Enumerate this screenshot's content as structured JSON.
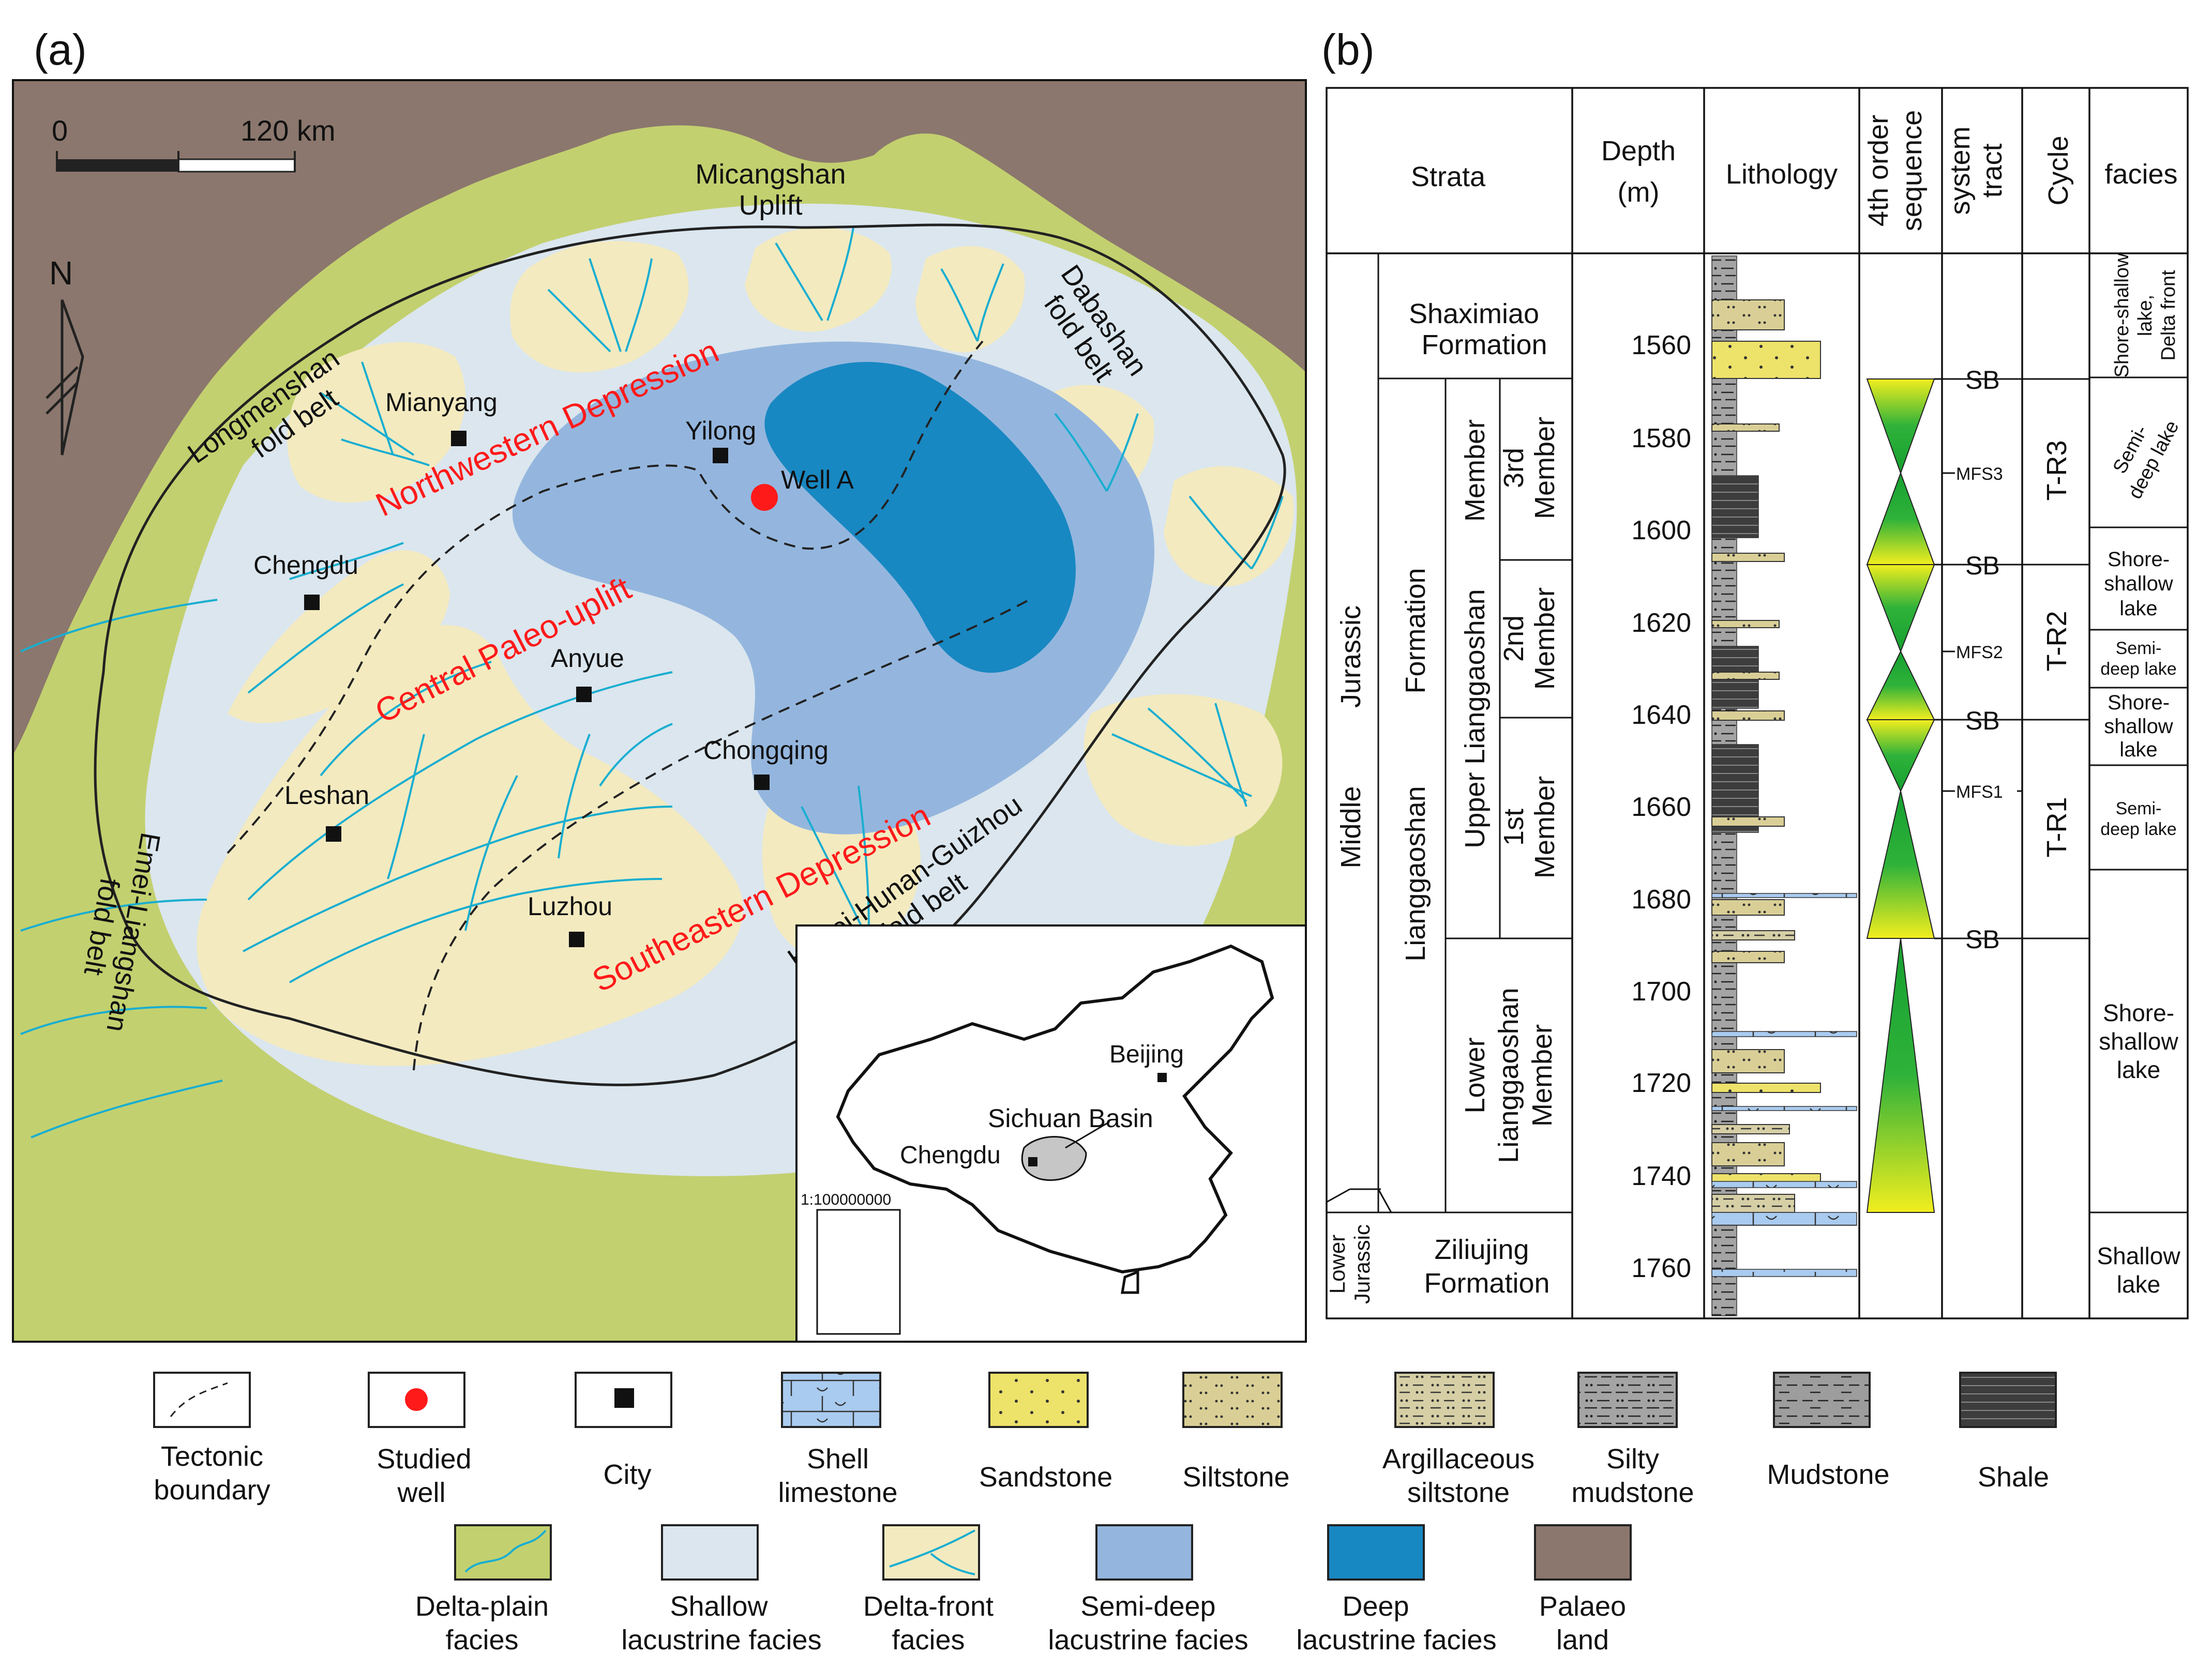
{
  "panels": {
    "a": "(a)",
    "b": "(b)"
  },
  "colors": {
    "palaeo_land": "#8b776d",
    "delta_plain": "#c3d06f",
    "shallow_lake": "#dbe6ee",
    "delta_front": "#f3eac0",
    "semi_deep": "#94b6de",
    "deep": "#1888c2",
    "river": "#1aaed0",
    "label_red": "#ff1a1a",
    "sandstone": "#ede26a",
    "siltstone": "#d9cf96",
    "argillaceous_siltstone": "#d6cfa6",
    "silty_mudstone": "#a4a4a4",
    "mudstone": "#9d9d9d",
    "shale": "#3d3d3d",
    "shell_limestone": "#a9cbef"
  },
  "map": {
    "scale_zero": "0",
    "scale_label": "120 km",
    "north": "N",
    "regions": [
      {
        "id": "micangshan",
        "lines": [
          "Micangshan",
          "Uplift"
        ]
      },
      {
        "id": "dabashan",
        "lines": [
          "Dabashan",
          "fold belt"
        ]
      },
      {
        "id": "longmenshan",
        "lines": [
          "Longmenshan",
          "fold belt"
        ]
      },
      {
        "id": "emei",
        "lines": [
          "Emei-Liangshan",
          "fold belt"
        ]
      },
      {
        "id": "hubei",
        "lines": [
          "Hubei-Hunan-Guizhou",
          "fold belt"
        ]
      }
    ],
    "structures": [
      {
        "id": "northwestern",
        "text": "Northwestern Depression"
      },
      {
        "id": "central",
        "text": "Central Paleo-uplift"
      },
      {
        "id": "southeastern",
        "text": "Southeastern Depression"
      }
    ],
    "cities": [
      {
        "id": "mianyang",
        "name": "Mianyang"
      },
      {
        "id": "yilong",
        "name": "Yilong"
      },
      {
        "id": "chengdu",
        "name": "Chengdu"
      },
      {
        "id": "anyue",
        "name": "Anyue"
      },
      {
        "id": "chongqing",
        "name": "Chongqing"
      },
      {
        "id": "leshan",
        "name": "Leshan"
      },
      {
        "id": "luzhou",
        "name": "Luzhou"
      }
    ],
    "well": "Well A",
    "inset": {
      "beijing": "Beijing",
      "basin": "Sichuan Basin",
      "chengdu": "Chengdu",
      "scale": "1:100000000"
    }
  },
  "column": {
    "headers": {
      "strata": "Strata",
      "depth": [
        "Depth",
        "(m)"
      ],
      "lithology": "Lithology",
      "sequence": [
        "4th order",
        "sequence"
      ],
      "system_tract": [
        "system",
        "tract"
      ],
      "cycle": "Cycle",
      "facies": "facies"
    },
    "depth_ticks": [
      "1560",
      "1580",
      "1600",
      "1620",
      "1640",
      "1660",
      "1680",
      "1700",
      "1720",
      "1740",
      "1760"
    ],
    "strata": {
      "middle": "Middle",
      "jurassic": "Jurassic",
      "lower_jurassic": [
        "Lower",
        "Jurassic"
      ],
      "lianggaoshan_formation": "Lianggaoshan",
      "formation": "Formation",
      "upper_lianggaoshan": "Upper  Lianggaoshan",
      "member": "Member",
      "members": [
        {
          "id": "m3",
          "lines": [
            "3rd",
            "Member"
          ]
        },
        {
          "id": "m2",
          "lines": [
            "2nd",
            "Member"
          ]
        },
        {
          "id": "m1",
          "lines": [
            "1st",
            "Member"
          ]
        }
      ],
      "lower_member": [
        "Lower",
        "Lianggaoshan",
        "Member"
      ],
      "shaximiao": [
        "Shaximiao",
        "Formation"
      ],
      "ziliujing": [
        "Ziliujing",
        "Formation"
      ]
    },
    "surfaces": [
      {
        "label": "SB",
        "depth": 1568
      },
      {
        "label": "MFS3",
        "depth": 1589
      },
      {
        "label": "SB",
        "depth": 1608
      },
      {
        "label": "MFS2",
        "depth": 1627
      },
      {
        "label": "SB",
        "depth": 1642
      },
      {
        "label": "MFS1",
        "depth": 1657
      },
      {
        "label": "SB",
        "depth": 1689
      }
    ],
    "cycles": [
      "T-R3",
      "T-R2",
      "T-R1"
    ],
    "facies": [
      {
        "id": "f1",
        "lines": [
          "Shore-shallow",
          "lake,",
          "Delta front"
        ]
      },
      {
        "id": "f2",
        "lines": [
          "Semi-",
          "deep lake"
        ]
      },
      {
        "id": "f3",
        "lines": [
          "Shore-",
          "shallow",
          "lake"
        ]
      },
      {
        "id": "f4",
        "lines": [
          "Semi-",
          "deep lake"
        ]
      },
      {
        "id": "f5",
        "lines": [
          "Shore-",
          "shallow",
          "lake"
        ]
      },
      {
        "id": "f6",
        "lines": [
          "Semi-",
          "deep lake"
        ]
      },
      {
        "id": "f7",
        "lines": [
          "Shore-",
          "shallow",
          "lake"
        ]
      },
      {
        "id": "f8",
        "lines": [
          "Shallow",
          "lake"
        ]
      }
    ]
  },
  "legend": {
    "row1": [
      {
        "id": "tectonic",
        "lines": [
          "Tectonic",
          "boundary"
        ]
      },
      {
        "id": "well",
        "lines": [
          "Studied",
          "well"
        ]
      },
      {
        "id": "city",
        "lines": [
          "City"
        ]
      },
      {
        "id": "shell",
        "lines": [
          "Shell",
          "limestone"
        ]
      },
      {
        "id": "sandstone",
        "lines": [
          "Sandstone"
        ]
      },
      {
        "id": "siltstone",
        "lines": [
          "Siltstone"
        ]
      },
      {
        "id": "argsilt",
        "lines": [
          "Argillaceous",
          "siltstone"
        ]
      },
      {
        "id": "siltymud",
        "lines": [
          "Silty",
          "mudstone"
        ]
      },
      {
        "id": "mudstone",
        "lines": [
          "Mudstone"
        ]
      },
      {
        "id": "shale",
        "lines": [
          "Shale"
        ]
      }
    ],
    "row2": [
      {
        "id": "dplain",
        "lines": [
          "Delta-plain",
          "facies"
        ]
      },
      {
        "id": "shallow",
        "lines": [
          "Shallow",
          "lacustrine facies"
        ]
      },
      {
        "id": "dfront",
        "lines": [
          "Delta-front",
          "facies"
        ]
      },
      {
        "id": "semideep",
        "lines": [
          "Semi-deep",
          "lacustrine facies"
        ]
      },
      {
        "id": "deep",
        "lines": [
          "Deep",
          "lacustrine facies"
        ]
      },
      {
        "id": "palaeo",
        "lines": [
          "Palaeo",
          "land"
        ]
      }
    ]
  }
}
